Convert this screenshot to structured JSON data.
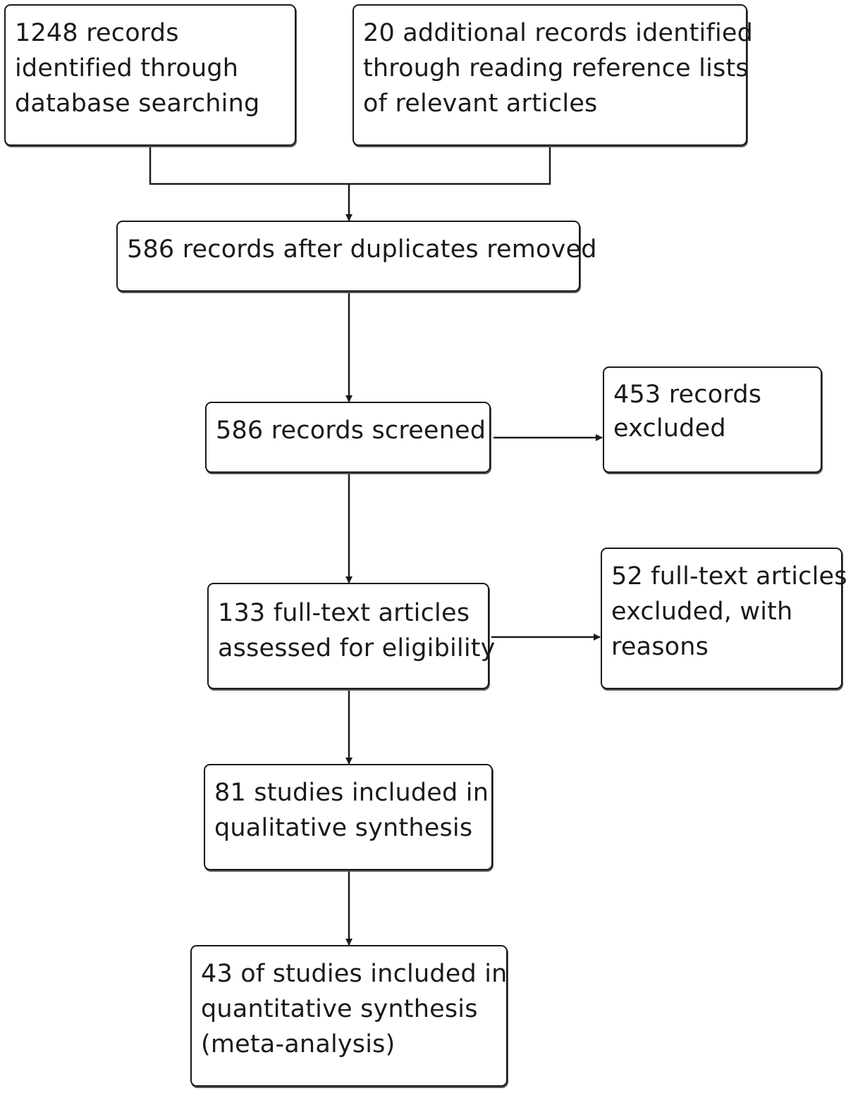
{
  "flowchart": {
    "identified_database": [
      "1248 records",
      "identified through",
      "database searching"
    ],
    "identified_references": [
      "20 additional records identified",
      "through reading reference lists",
      "of relevant articles"
    ],
    "after_duplicates": [
      "586 records after duplicates removed"
    ],
    "screened": [
      "586 records screened"
    ],
    "excluded_records": [
      "453 records",
      "excluded"
    ],
    "fulltext_assessed": [
      "133 full-text articles",
      "assessed for eligibility"
    ],
    "fulltext_excluded": [
      "52 full-text articles",
      "excluded, with",
      "reasons"
    ],
    "qualitative": [
      "81 studies included in",
      "qualitative synthesis"
    ],
    "quantitative": [
      "43 of studies included in",
      "quantitative synthesis",
      "(meta-analysis)"
    ]
  }
}
